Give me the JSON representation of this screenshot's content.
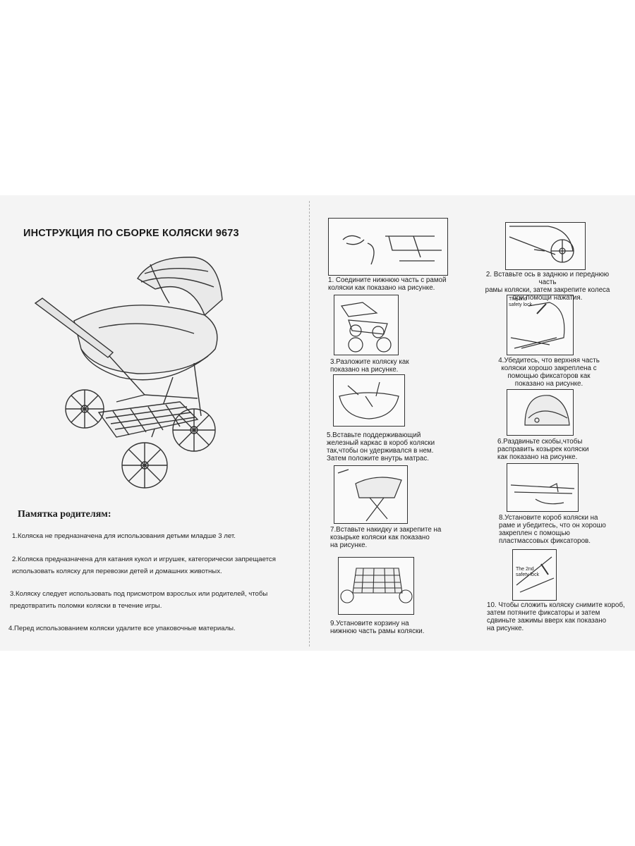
{
  "title": "ИНСТРУКЦИЯ ПО СБОРКЕ КОЛЯСКИ 9673",
  "memo": {
    "heading": "Памятка родителям:",
    "items": [
      "1.Коляска не предназначена для использования детьми младше 3 лет.",
      "2.Коляска предназначена для катания кукол и игрушек, категорически запрещается\nиспользовать коляску для перевозки детей и домашних животных.",
      "3.Коляску следует использовать под присмотром взрослых или родителей, чтобы\nпредотвратить поломки коляски в течение игры.",
      "4.Перед использованием коляски удалите все упаковочные материалы."
    ]
  },
  "steps": [
    "1. Соедините нижнюю часть с рамой\nколяски как показано на рисунке.",
    "2. Вставьте ось в заднюю и переднюю часть\nрамы коляски, затем закрепите колеса\nпри помощи нажатия.",
    "3.Разложите коляску как\nпоказано на рисунке.",
    "4.Убедитесь, что верхняя часть\nколяски хорошо закреплена с\nпомощью фиксаторов как\nпоказано на рисунке.",
    "5.Вставьте поддерживающий\nжелезный каркас в короб коляски\nтак,чтобы он удерживался в нем.\nЗатем положите внутрь матрас.",
    "6.Раздвиньте скобы,чтобы\nрасправить козырек  коляски\nкак показано на рисунке.",
    "7.Вставьте накидку и закрепите на\nкозырьке коляски как показано\nна рисунке.",
    "8.Установите короб коляски на\nраме  и убедитесь, что он хорошо\nзакреплен с помощью\nпластмассовых фиксаторов.",
    "9.Установите корзину на\nнижнюю часть рамы коляски.",
    "10. Чтобы сложить коляску снимите короб,\nзатем потяните фиксаторы и затем\nсдвиньте зажимы вверх как показано\nна рисунке."
  ],
  "figure_labels": {
    "safety_lock": "The 2nd\nsafety lock"
  },
  "colors": {
    "ink": "#1a1a1a",
    "paper": "#f4f4f4"
  }
}
